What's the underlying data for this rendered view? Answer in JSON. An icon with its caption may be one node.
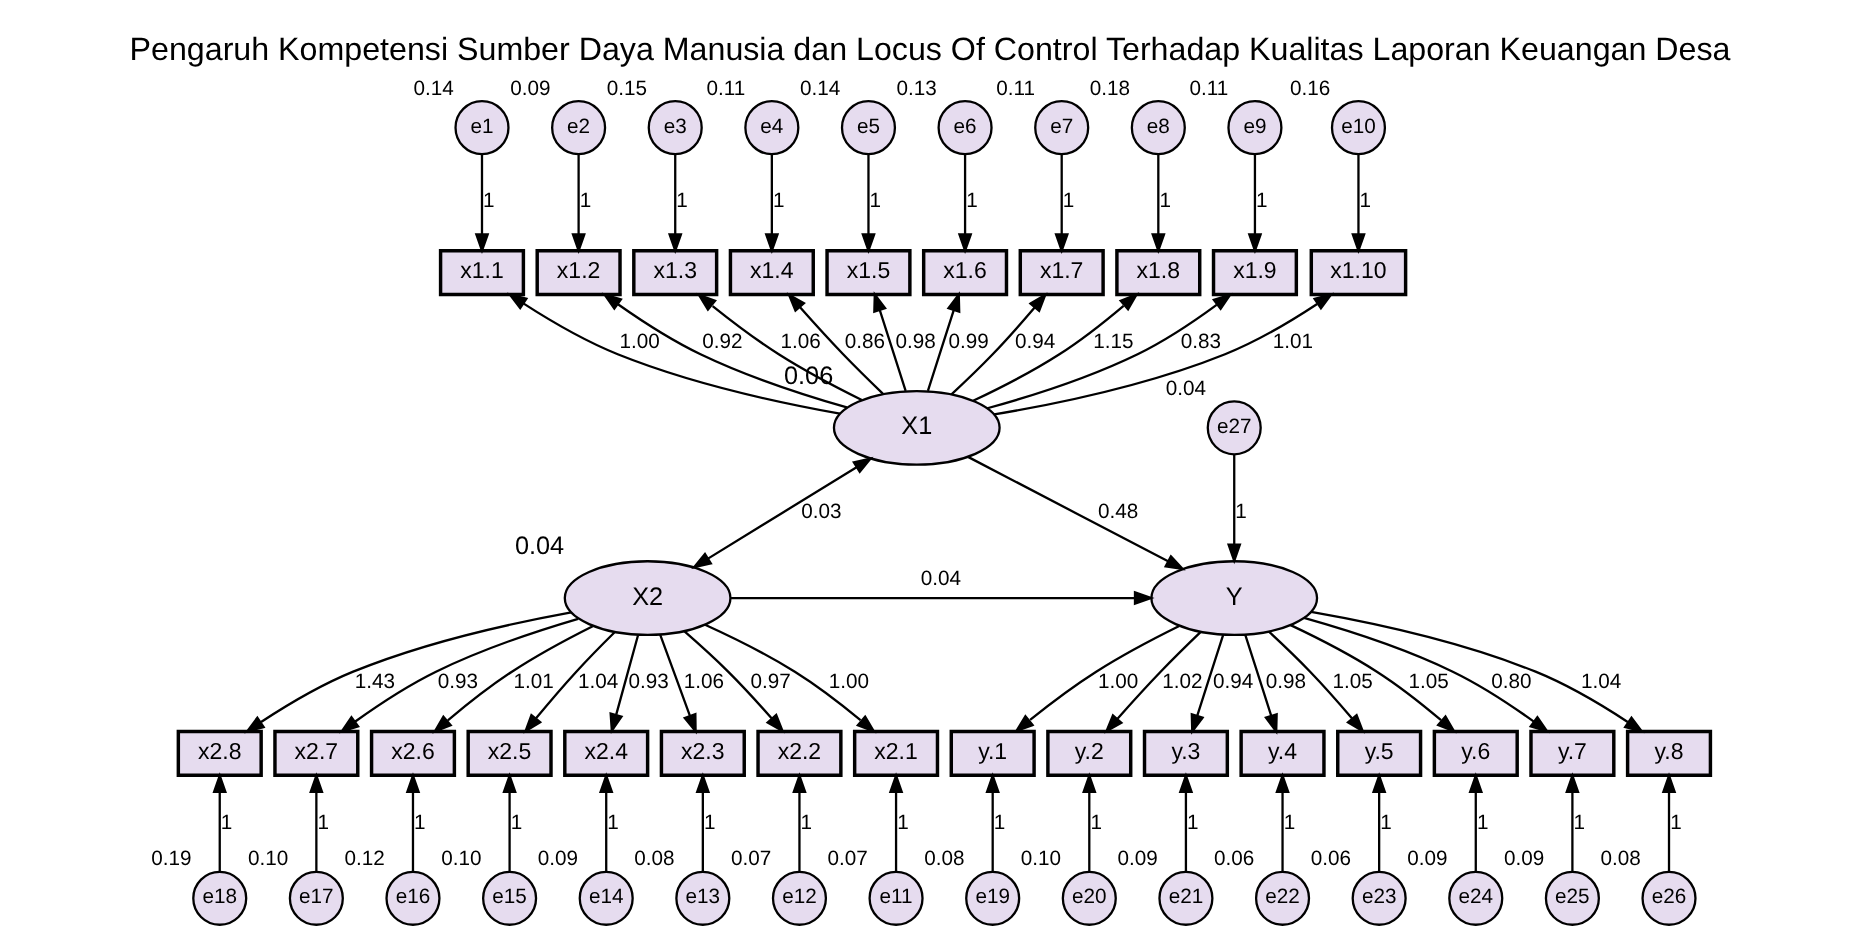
{
  "diagram": {
    "title": "Pengaruh Kompetensi Sumber Daya Manusia dan Locus Of Control Terhadap Kualitas Laporan Keuangan Desa",
    "nodes": [
      {
        "text": [
          "e1"
        ],
        "beside": [
          "0.14"
        ]
      },
      {
        "text": [
          "e2"
        ],
        "beside": [
          "0.09"
        ]
      },
      {
        "text": [
          "e3"
        ],
        "beside": [
          "0.15"
        ]
      },
      {
        "text": [
          "e4"
        ],
        "beside": [
          "0.11"
        ]
      },
      {
        "text": [
          "e5"
        ],
        "beside": [
          "0.14"
        ]
      },
      {
        "text": [
          "e6"
        ],
        "beside": [
          "0.13"
        ]
      },
      {
        "text": [
          "e7"
        ],
        "beside": [
          "0.11"
        ]
      },
      {
        "text": [
          "e8"
        ],
        "beside": [
          "0.18"
        ]
      },
      {
        "text": [
          "e9"
        ],
        "beside": [
          "0.11"
        ]
      },
      {
        "text": [
          "e10"
        ],
        "beside": [
          "0.16"
        ]
      },
      {
        "text": [
          "x1.1"
        ]
      },
      {
        "text": [
          "x1.2"
        ]
      },
      {
        "text": [
          "x1.3"
        ]
      },
      {
        "text": [
          "x1.4"
        ]
      },
      {
        "text": [
          "x1.5"
        ]
      },
      {
        "text": [
          "x1.6"
        ]
      },
      {
        "text": [
          "x1.7"
        ]
      },
      {
        "text": [
          "x1.8"
        ]
      },
      {
        "text": [
          "x1.9"
        ]
      },
      {
        "text": [
          "x1.10"
        ]
      },
      {
        "text": [
          "X1"
        ],
        "beside": [
          "0.06"
        ]
      },
      {
        "text": [
          "e27"
        ],
        "beside": [
          "0.04"
        ]
      },
      {
        "text": [
          "Y"
        ]
      },
      {
        "text": [
          "y.1"
        ]
      },
      {
        "text": [
          "y.2"
        ]
      },
      {
        "text": [
          "y.3"
        ]
      },
      {
        "text": [
          "y.4"
        ]
      },
      {
        "text": [
          "y.5"
        ]
      },
      {
        "text": [
          "y.6"
        ]
      },
      {
        "text": [
          "y.7"
        ]
      },
      {
        "text": [
          "y.8"
        ]
      },
      {
        "text": [
          "e19"
        ],
        "beside": [
          "0.08"
        ]
      },
      {
        "text": [
          "e20"
        ],
        "beside": [
          "0.10"
        ]
      },
      {
        "text": [
          "e21"
        ],
        "beside": [
          "0.09"
        ]
      },
      {
        "text": [
          "e22"
        ],
        "beside": [
          "0.06"
        ]
      },
      {
        "text": [
          "e23"
        ],
        "beside": [
          "0.06"
        ]
      },
      {
        "text": [
          "e24"
        ],
        "beside": [
          "0.09"
        ]
      },
      {
        "text": [
          "e25"
        ],
        "beside": [
          "0.09"
        ]
      },
      {
        "text": [
          "e26"
        ],
        "beside": [
          "0.08"
        ]
      },
      {
        "text": [
          "X2"
        ],
        "beside": [
          "0.04"
        ]
      },
      {
        "text": [
          "x2.8"
        ]
      },
      {
        "text": [
          "x2.7"
        ]
      },
      {
        "text": [
          "x2.6"
        ]
      },
      {
        "text": [
          "x2.5"
        ]
      },
      {
        "text": [
          "x2.4"
        ]
      },
      {
        "text": [
          "x2.3"
        ]
      },
      {
        "text": [
          "x2.2"
        ]
      },
      {
        "text": [
          "x2.1"
        ]
      },
      {
        "text": [
          "e18"
        ],
        "beside": [
          "0.19"
        ]
      },
      {
        "text": [
          "e17"
        ],
        "beside": [
          "0.10"
        ]
      },
      {
        "text": [
          "e16"
        ],
        "beside": [
          "0.12"
        ]
      },
      {
        "text": [
          "e15"
        ],
        "beside": [
          "0.10"
        ]
      },
      {
        "text": [
          "e14"
        ],
        "beside": [
          "0.09"
        ]
      },
      {
        "text": [
          "e13"
        ],
        "beside": [
          "0.08"
        ]
      },
      {
        "text": [
          "e12"
        ],
        "beside": [
          "0.07"
        ]
      },
      {
        "text": [
          "e11"
        ],
        "beside": [
          "0.07"
        ]
      }
    ],
    "edges": [
      {
        "from": 0,
        "to": 10,
        "arrow": "to",
        "label": "1"
      },
      {
        "from": 1,
        "to": 11,
        "arrow": "to",
        "label": "1"
      },
      {
        "from": 2,
        "to": 12,
        "arrow": "to",
        "label": "1"
      },
      {
        "from": 3,
        "to": 13,
        "arrow": "to",
        "label": "1"
      },
      {
        "from": 4,
        "to": 14,
        "arrow": "to",
        "label": "1"
      },
      {
        "from": 5,
        "to": 15,
        "arrow": "to",
        "label": "1"
      },
      {
        "from": 6,
        "to": 16,
        "arrow": "to",
        "label": "1"
      },
      {
        "from": 7,
        "to": 17,
        "arrow": "to",
        "label": "1"
      },
      {
        "from": 8,
        "to": 18,
        "arrow": "to",
        "label": "1"
      },
      {
        "from": 9,
        "to": 19,
        "arrow": "to",
        "label": "1"
      },
      {
        "from": 20,
        "to": 10,
        "arrow": "to",
        "label": "1.00"
      },
      {
        "from": 20,
        "to": 11,
        "arrow": "to",
        "label": "0.92"
      },
      {
        "from": 20,
        "to": 12,
        "arrow": "to",
        "label": "1.06"
      },
      {
        "from": 20,
        "to": 13,
        "arrow": "to",
        "label": "0.86"
      },
      {
        "from": 20,
        "to": 14,
        "arrow": "to",
        "label": "0.98"
      },
      {
        "from": 20,
        "to": 15,
        "arrow": "to",
        "label": "0.99"
      },
      {
        "from": 20,
        "to": 16,
        "arrow": "to",
        "label": "0.94"
      },
      {
        "from": 20,
        "to": 17,
        "arrow": "to",
        "label": "1.15"
      },
      {
        "from": 20,
        "to": 18,
        "arrow": "to",
        "label": "0.83"
      },
      {
        "from": 20,
        "to": 19,
        "arrow": "to",
        "label": "1.01"
      },
      {
        "from": 20,
        "to": 39,
        "arrow": "both",
        "label": "0.03"
      },
      {
        "from": 20,
        "to": 22,
        "arrow": "to",
        "label": "0.48"
      },
      {
        "from": 39,
        "to": 22,
        "arrow": "to",
        "label": "0.04"
      },
      {
        "from": 21,
        "to": 22,
        "arrow": "to",
        "label": "1"
      },
      {
        "from": 22,
        "to": 23,
        "arrow": "to",
        "label": "1.00"
      },
      {
        "from": 22,
        "to": 24,
        "arrow": "to",
        "label": "1.02"
      },
      {
        "from": 22,
        "to": 25,
        "arrow": "to",
        "label": "0.94"
      },
      {
        "from": 22,
        "to": 26,
        "arrow": "to",
        "label": "0.98"
      },
      {
        "from": 22,
        "to": 27,
        "arrow": "to",
        "label": "1.05"
      },
      {
        "from": 22,
        "to": 28,
        "arrow": "to",
        "label": "1.05"
      },
      {
        "from": 22,
        "to": 29,
        "arrow": "to",
        "label": "0.80"
      },
      {
        "from": 22,
        "to": 30,
        "arrow": "to",
        "label": "1.04"
      },
      {
        "from": 31,
        "to": 23,
        "arrow": "to",
        "label": "1"
      },
      {
        "from": 32,
        "to": 24,
        "arrow": "to",
        "label": "1"
      },
      {
        "from": 33,
        "to": 25,
        "arrow": "to",
        "label": "1"
      },
      {
        "from": 34,
        "to": 26,
        "arrow": "to",
        "label": "1"
      },
      {
        "from": 35,
        "to": 27,
        "arrow": "to",
        "label": "1"
      },
      {
        "from": 36,
        "to": 28,
        "arrow": "to",
        "label": "1"
      },
      {
        "from": 37,
        "to": 29,
        "arrow": "to",
        "label": "1"
      },
      {
        "from": 38,
        "to": 30,
        "arrow": "to",
        "label": "1"
      },
      {
        "from": 39,
        "to": 40,
        "arrow": "to",
        "label": "1.43"
      },
      {
        "from": 39,
        "to": 41,
        "arrow": "to",
        "label": "0.93"
      },
      {
        "from": 39,
        "to": 42,
        "arrow": "to",
        "label": "1.01"
      },
      {
        "from": 39,
        "to": 43,
        "arrow": "to",
        "label": "1.04"
      },
      {
        "from": 39,
        "to": 44,
        "arrow": "to",
        "label": "0.93"
      },
      {
        "from": 39,
        "to": 45,
        "arrow": "to",
        "label": "1.06"
      },
      {
        "from": 39,
        "to": 46,
        "arrow": "to",
        "label": "0.97"
      },
      {
        "from": 39,
        "to": 47,
        "arrow": "to",
        "label": "1.00"
      },
      {
        "from": 48,
        "to": 40,
        "arrow": "to",
        "label": "1"
      },
      {
        "from": 49,
        "to": 41,
        "arrow": "to",
        "label": "1"
      },
      {
        "from": 50,
        "to": 42,
        "arrow": "to",
        "label": "1"
      },
      {
        "from": 51,
        "to": 43,
        "arrow": "to",
        "label": "1"
      },
      {
        "from": 52,
        "to": 44,
        "arrow": "to",
        "label": "1"
      },
      {
        "from": 53,
        "to": 45,
        "arrow": "to",
        "label": "1"
      },
      {
        "from": 54,
        "to": 46,
        "arrow": "to",
        "label": "1"
      },
      {
        "from": 55,
        "to": 47,
        "arrow": "to",
        "label": "1"
      }
    ]
  }
}
